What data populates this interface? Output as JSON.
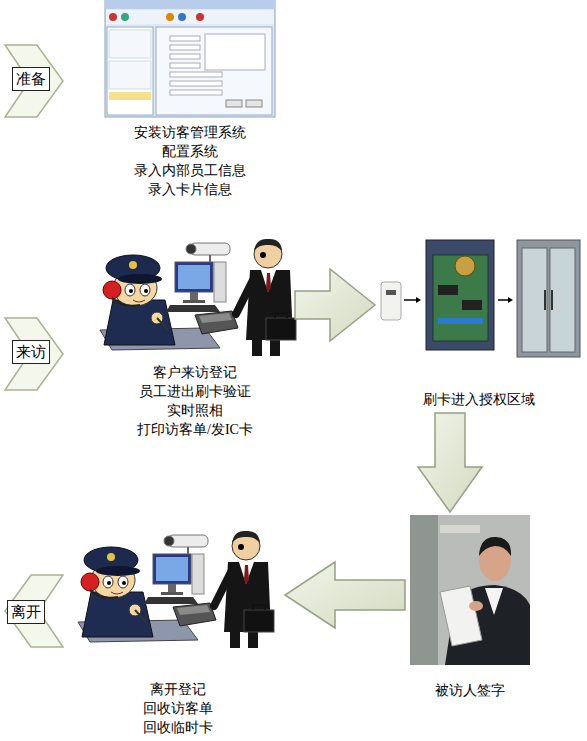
{
  "diagram": {
    "nodes": [
      {
        "text": [
          "准备"
        ]
      },
      {
        "text": [
          "安装访客管理系统",
          "配置系统",
          "录入内部员工信息",
          "录入卡片信息"
        ]
      },
      {
        "text": [
          "来访"
        ]
      },
      {
        "text": [
          "客户来访登记",
          "员工进出刷卡验证",
          "实时照相",
          "打印访客单/发IC卡"
        ]
      },
      {
        "text": [
          "刷卡进入授权区域"
        ]
      },
      {
        "text": [
          "被访人签字"
        ]
      },
      {
        "text": [
          "离开"
        ]
      },
      {
        "text": [
          "离开登记",
          "回收访客单",
          "回收临时卡"
        ]
      }
    ],
    "edges": [
      {
        "from": 3,
        "to": 4,
        "arrow": "to"
      },
      {
        "from": 4,
        "to": 5,
        "arrow": "to"
      },
      {
        "from": 5,
        "to": 7,
        "arrow": "to"
      }
    ]
  }
}
